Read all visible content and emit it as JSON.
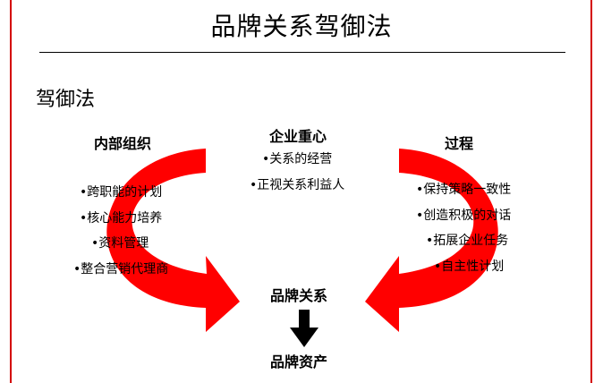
{
  "title": "品牌关系驾御法",
  "subtitle": "驾御法",
  "left": {
    "heading": "内部组织",
    "items": [
      "跨职能的计划",
      "核心能力培养",
      "资料管理",
      "整合营销代理商"
    ]
  },
  "center": {
    "heading": "企业重心",
    "items": [
      "关系的经营",
      "正视关系利益人"
    ],
    "result_top": "品牌关系",
    "result_bottom": "品牌资产"
  },
  "right": {
    "heading": "过程",
    "items": [
      "保持策略一致性",
      "创造积极的对话",
      "拓展企业任务",
      "自主性计划"
    ]
  },
  "colors": {
    "frame": "#d40000",
    "arrow": "#ff0000",
    "text": "#000000"
  }
}
